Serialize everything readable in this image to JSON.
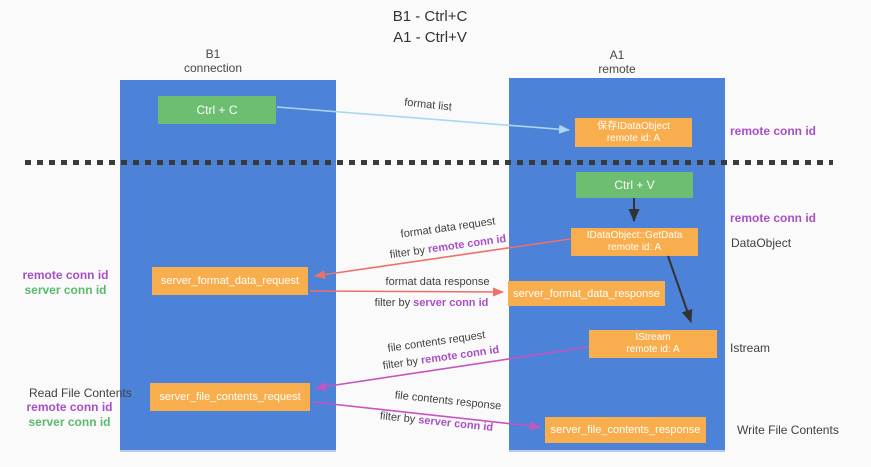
{
  "title": {
    "line1": "B1 - Ctrl+C",
    "line2": "A1 - Ctrl+V"
  },
  "columns": {
    "left": {
      "name": "B1",
      "role": "connection"
    },
    "right": {
      "name": "A1",
      "role": "remote"
    }
  },
  "nodes": {
    "ctrl_c": {
      "label": "Ctrl + C"
    },
    "ctrl_v": {
      "label": "Ctrl + V"
    },
    "save_dataobject": {
      "line1": "保存IDataObject",
      "line2": "remote id: A"
    },
    "getdata": {
      "line1": "IDataObject::GetData",
      "line2": "remote id: A"
    },
    "istream": {
      "line1": "IStream",
      "line2": "remote id: A"
    },
    "server_format_data_request": {
      "label": "server_format_data_request"
    },
    "server_format_data_response": {
      "label": "server_format_data_response"
    },
    "server_file_contents_request": {
      "label": "server_file_contents_request"
    },
    "server_file_contents_response": {
      "label": "server_file_contents_response"
    }
  },
  "side_labels": {
    "remote_conn_id_top": "remote conn id",
    "remote_conn_id_mid": "remote conn id",
    "dataobject": "DataObject",
    "istream": "Istream",
    "write_file_contents": "Write File Contents",
    "read_file_contents": "Read File Contents",
    "format_pair": {
      "remote": "remote conn id",
      "server": "server conn id"
    },
    "file_pair": {
      "remote": "remote conn id",
      "server": "server conn id"
    }
  },
  "flow_labels": {
    "format_list": "format list",
    "format_data_request": "format data request",
    "format_data_response": "format data response",
    "file_contents_request": "file contents request",
    "file_contents_response": "file contents response",
    "filter_prefix": "filter by ",
    "remote_conn_id": "remote conn id",
    "server_conn_id": "server conn id"
  },
  "colors": {
    "column_blue": "#4C82D8",
    "box_green": "#6CBE70",
    "box_orange": "#F9AE4D",
    "purple_text": "#A94FC5",
    "green_text": "#59BB6B",
    "arrow_red": "#EC7168",
    "arrow_magenta": "#C655C0",
    "arrow_light_blue": "#A9D7F2",
    "arrow_black": "#333333"
  }
}
